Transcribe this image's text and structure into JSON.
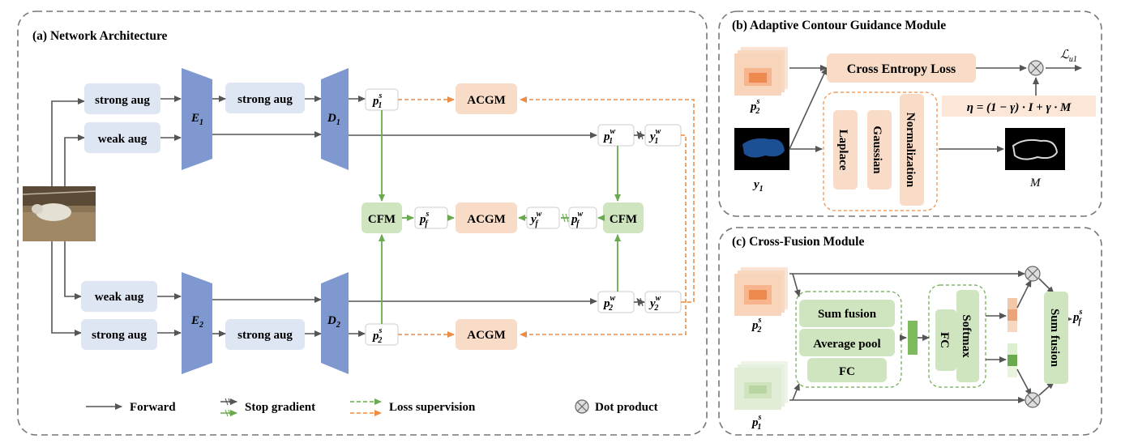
{
  "panels": {
    "a_title": "(a) Network Architecture",
    "b_title": "(b) Adaptive Contour Guidance Module",
    "c_title": "(c) Cross-Fusion Module"
  },
  "network": {
    "strong_aug": "strong aug",
    "weak_aug": "weak aug",
    "acgm": "ACGM",
    "cfm": "CFM",
    "encoder_1": "E",
    "encoder_2": "E",
    "decoder_1": "D",
    "decoder_2": "D",
    "idx_1": "1",
    "idx_2": "2",
    "p": "p",
    "y": "y",
    "sup_s": "s",
    "sup_w": "w",
    "sub_f": "f"
  },
  "legend": {
    "forward": "Forward",
    "stop_gradient": "Stop gradient",
    "loss_supervision": "Loss supervision",
    "dot_product": "Dot product"
  },
  "acgm_detail": {
    "cross_entropy": "Cross Entropy Loss",
    "laplace": "Laplace",
    "gaussian": "Gaussian",
    "normalization": "Normalization",
    "loss_symbol": "ℒ",
    "loss_sub": "u1",
    "eta_formula": "η = (1 − γ) · I + γ · M",
    "mask_label": "M"
  },
  "cfm_detail": {
    "sum_fusion": "Sum fusion",
    "average_pool": "Average pool",
    "fc": "FC",
    "softmax": "Softmax"
  },
  "colors": {
    "aug_box": "#dfe6f3",
    "encoder": "#7f98cf",
    "acgm_box": "#f9dcc8",
    "cfm_box": "#cfe5bf",
    "green_arrow": "#6aaa4e",
    "orange_arrow": "#ec8c45",
    "gray_arrow": "#555555",
    "dashed_border": "#777777"
  }
}
